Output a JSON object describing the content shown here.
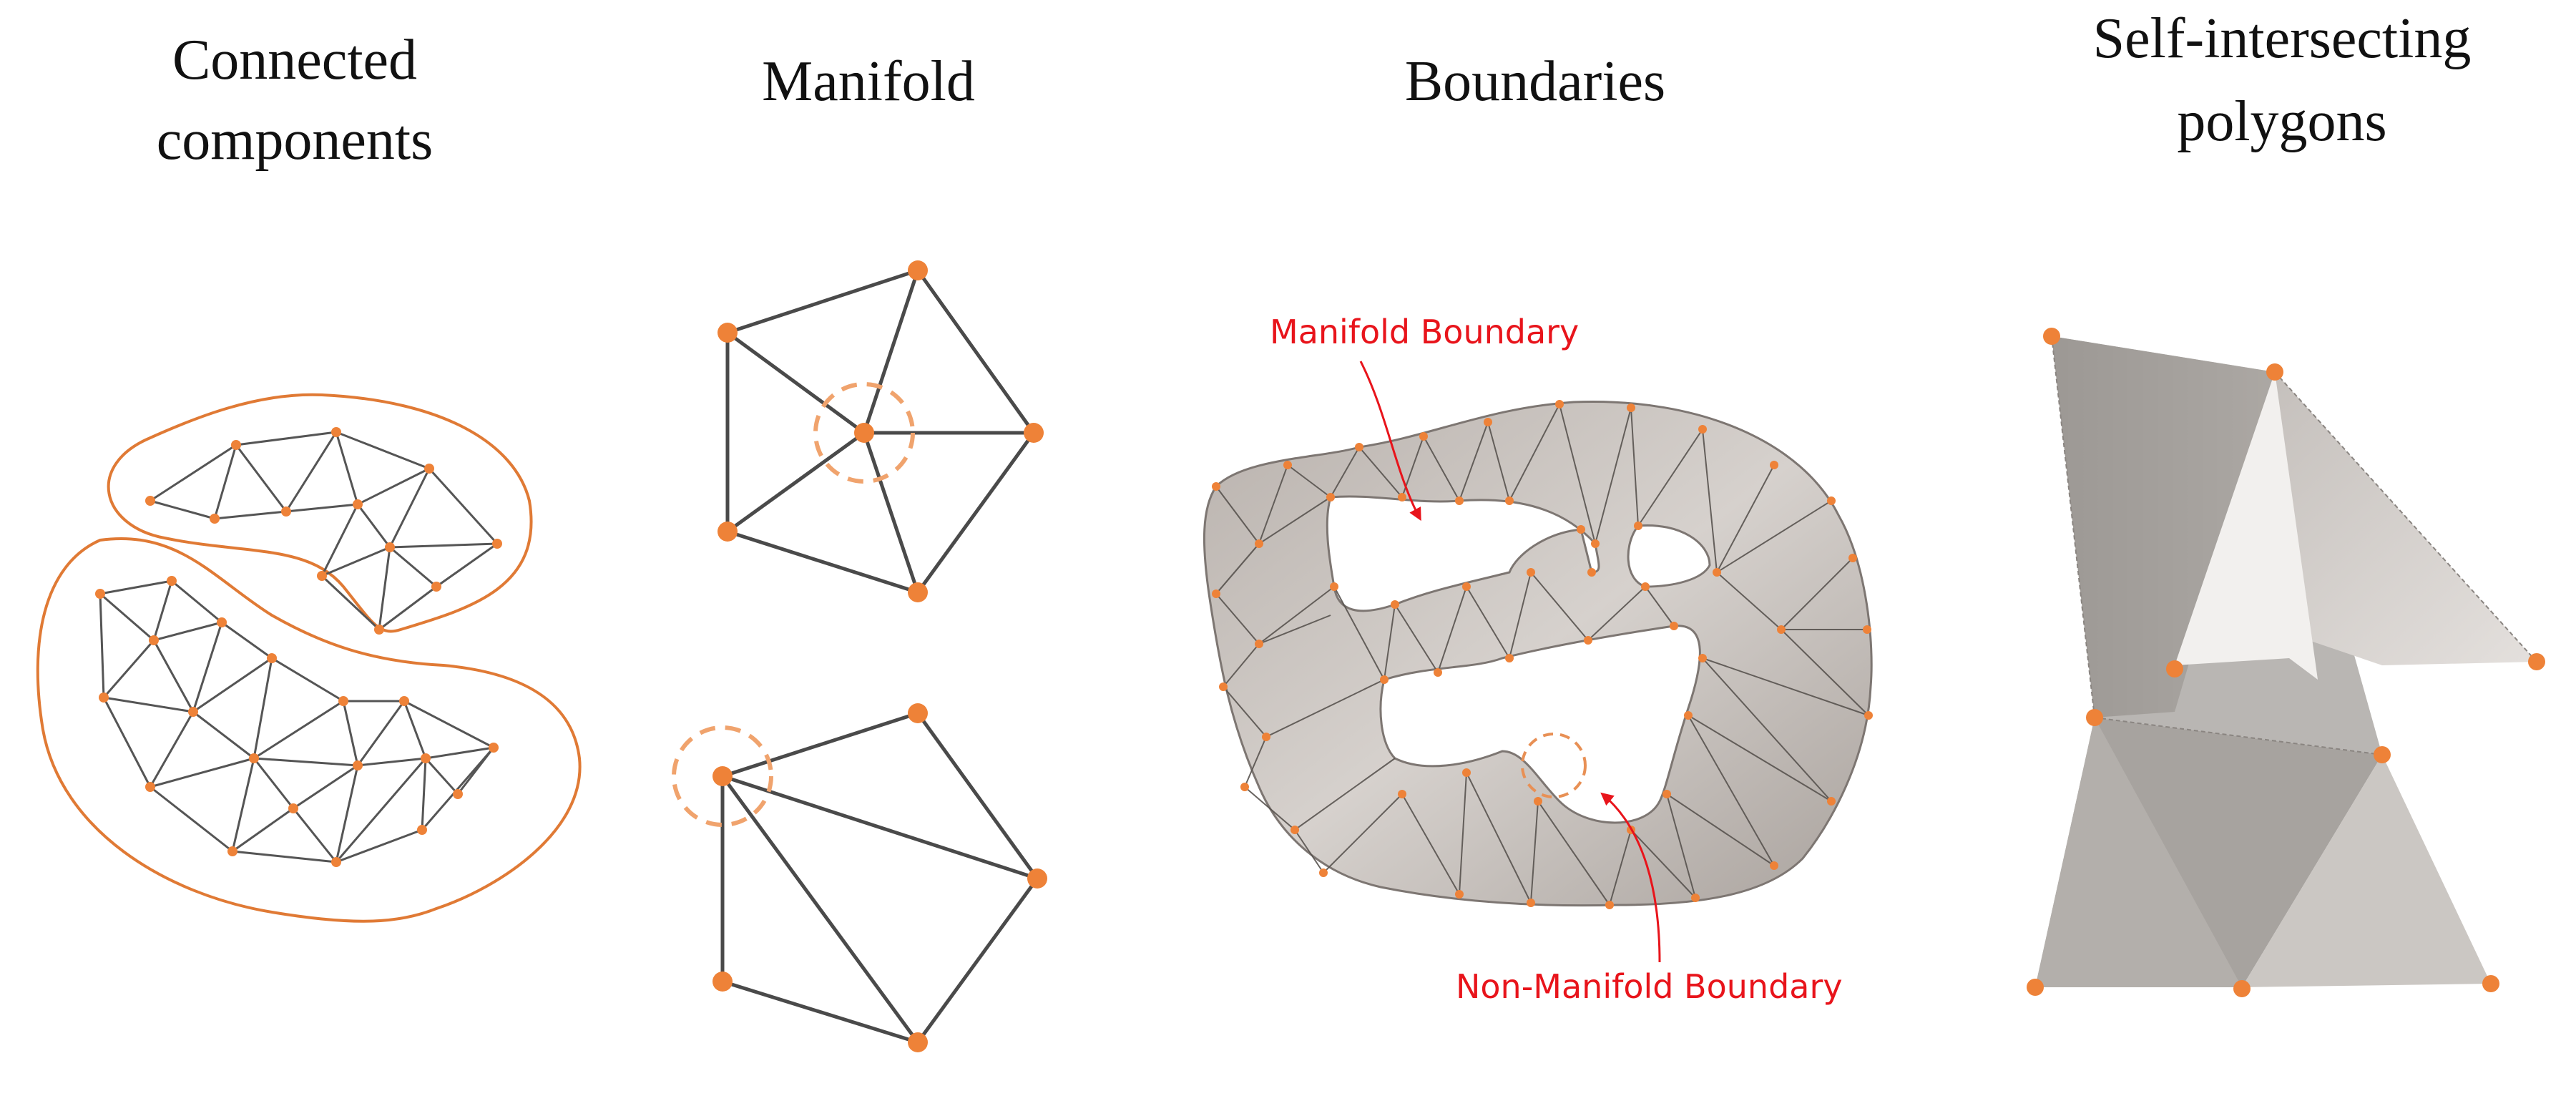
{
  "panels": [
    {
      "id": "connected",
      "title_lines": [
        "Connected",
        "components"
      ]
    },
    {
      "id": "manifold",
      "title_lines": [
        "Manifold"
      ]
    },
    {
      "id": "boundaries",
      "title_lines": [
        "Boundaries"
      ],
      "annotations": {
        "manifold_boundary": "Manifold Boundary",
        "non_manifold_boundary": "Non-Manifold Boundary"
      }
    },
    {
      "id": "self_intersecting",
      "title_lines": [
        "Self-intersecting",
        "polygons"
      ]
    }
  ],
  "colors": {
    "vertex": "#ee8238",
    "edge": "#4a4a4a",
    "outline": "#e07a35",
    "annotation": "#e8141b",
    "mesh_fill": "#cdc7c3",
    "mesh_wire": "#58534f",
    "title": "#111111"
  }
}
